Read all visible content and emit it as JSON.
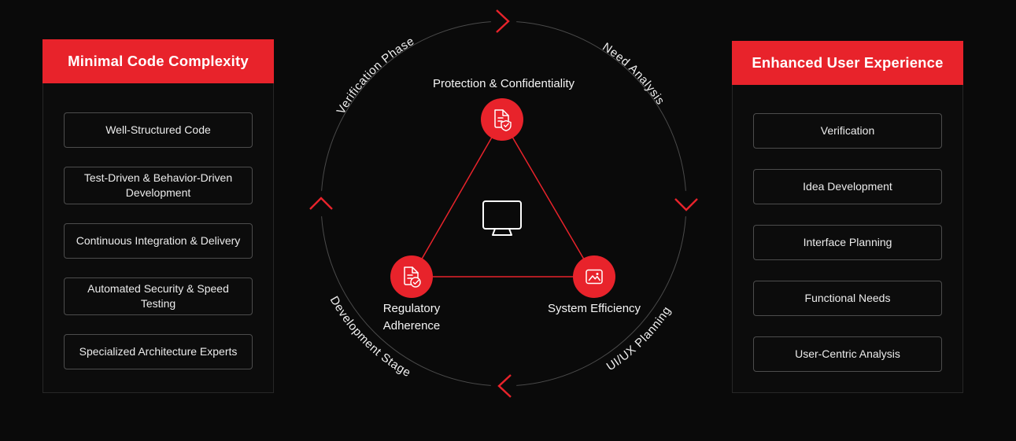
{
  "colors": {
    "accent": "#e8232b",
    "background": "#0a0a0a",
    "panel_border": "#272727",
    "item_border": "#4d4d4d",
    "circle_stroke": "#4a4a4a",
    "text": "#f0f0f0"
  },
  "left_panel": {
    "title": "Minimal Code Complexity",
    "items": [
      "Well-Structured Code",
      "Test-Driven & Behavior-Driven Development",
      "Continuous Integration & Delivery",
      "Automated Security & Speed Testing",
      "Specialized Architecture Experts"
    ]
  },
  "right_panel": {
    "title": "Enhanced User Experience",
    "items": [
      "Verification",
      "Idea Development",
      "Interface Planning",
      "Functional Needs",
      "User-Centric Analysis"
    ]
  },
  "cycle": {
    "phases": [
      "Verification Phase",
      "Need Analysis",
      "UI/UX Planning",
      "Development Stage"
    ],
    "direction": "clockwise"
  },
  "nodes": {
    "top": "Protection & Confidentiality",
    "bottom_left": "Regulatory Adherence",
    "bottom_right": "System Efficiency"
  },
  "icons": {
    "top_node": "shield-document-icon",
    "bottom_left_node": "check-document-icon",
    "bottom_right_node": "system-efficiency-icon",
    "center": "monitor-icon"
  }
}
